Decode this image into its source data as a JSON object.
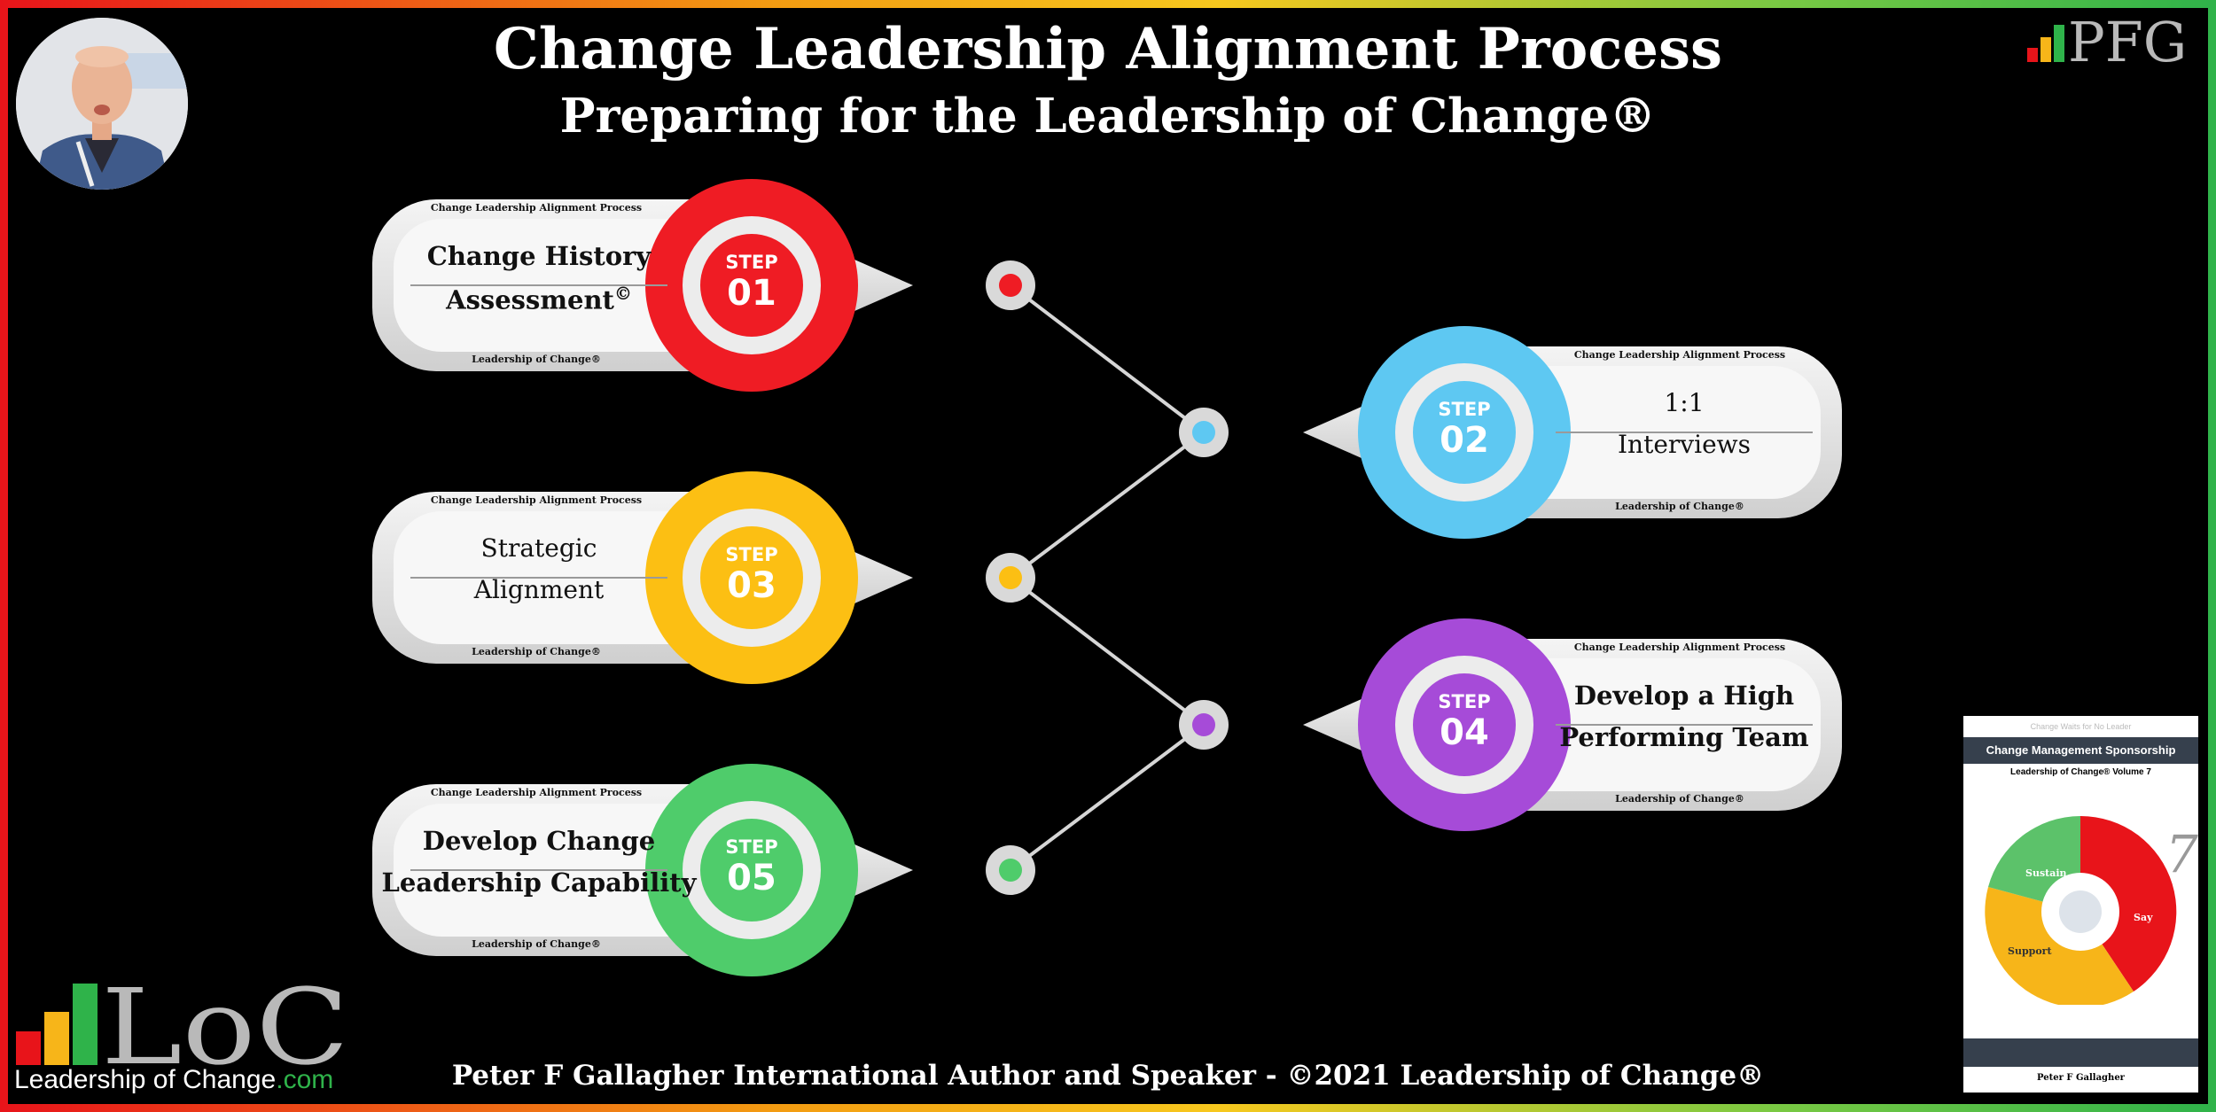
{
  "title": "Change Leadership Alignment Process",
  "subtitle": "Preparing for the Leadership of Change®",
  "footer": "Peter F Gallagher International Author and Speaker - ©2021 Leadership of Change®",
  "card_header": "Change Leadership Alignment Process",
  "card_footer": "Leadership of Change®",
  "step_word": "STEP",
  "steps": [
    {
      "num": "01",
      "line1": "Change History",
      "line2": "Assessment",
      "mark": "©",
      "color": "#ef1c24",
      "side": "left"
    },
    {
      "num": "02",
      "line1": "1:1",
      "line2": "Interviews",
      "color": "#5ec8f2",
      "side": "right"
    },
    {
      "num": "03",
      "line1": "Strategic",
      "line2": "Alignment",
      "color": "#fcbf13",
      "side": "left"
    },
    {
      "num": "04",
      "line1": "Develop a High",
      "line2": "Performing Team",
      "color": "#a64bd8",
      "side": "right"
    },
    {
      "num": "05",
      "line1": "Develop Change",
      "line2": "Leadership Capability",
      "color": "#4fcc6b",
      "side": "left"
    }
  ],
  "logos": {
    "pfg": "PFG",
    "loc": "LoC",
    "loc_tagline": "Leadership of Change",
    "loc_tagline_suffix": ".com"
  },
  "book": {
    "top_line": "Change Waits for No Leader",
    "band": "Change Management Sponsorship",
    "series": "Leadership of Change® Volume 7",
    "volume": "7",
    "segments": [
      "Sustain",
      "Say",
      "Support"
    ],
    "author": "Peter F Gallagher"
  },
  "colors": {
    "bg": "#000000",
    "card": "#ececec",
    "connector": "#d6d6d6",
    "dark_band": "#36404d"
  }
}
